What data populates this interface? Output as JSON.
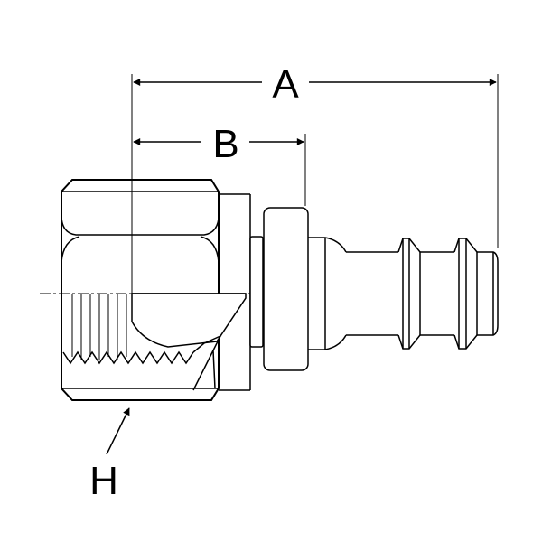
{
  "labels": {
    "a": "A",
    "b": "B",
    "h": "H"
  },
  "colors": {
    "line": "#000000",
    "background": "#ffffff"
  }
}
